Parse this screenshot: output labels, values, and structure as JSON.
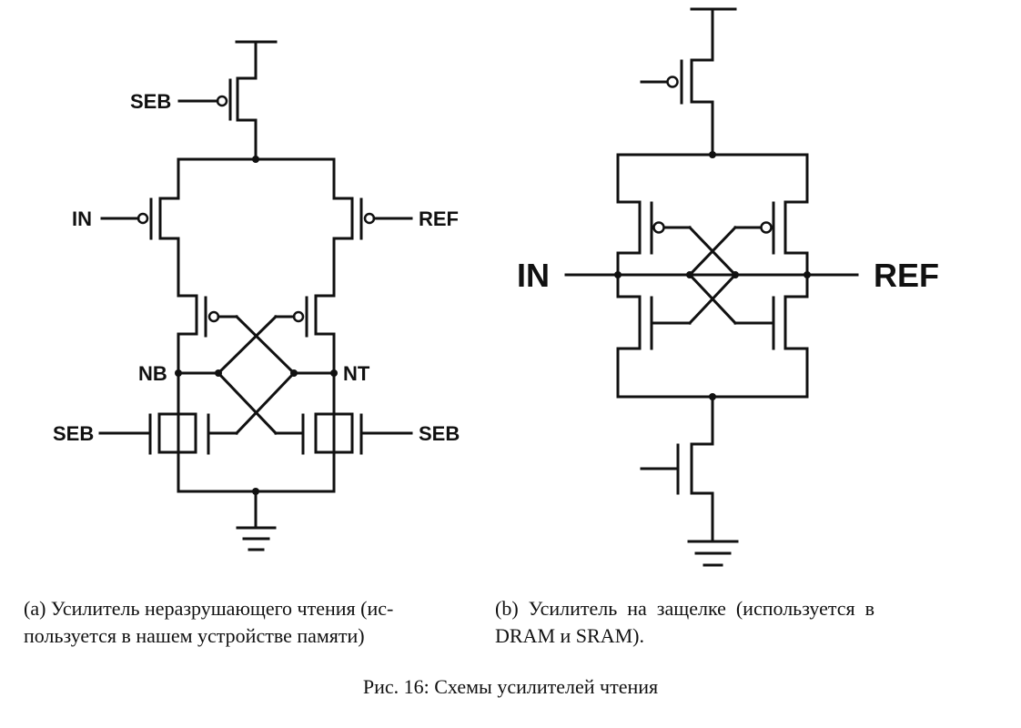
{
  "diagram_a": {
    "labels": {
      "seb_top": "SEB",
      "in": "IN",
      "ref": "REF",
      "nb": "NB",
      "nt": "NT",
      "seb_left": "SEB",
      "seb_right": "SEB"
    }
  },
  "diagram_b": {
    "labels": {
      "in": "IN",
      "ref": "REF"
    }
  },
  "captions": {
    "a_line1": "(a) Усилитель неразрушающего чтения (ис-",
    "a_line2": "пользуется в нашем устройстве памяти)",
    "b_line1": "(b)  Усилитель  на  защелке  (используется  в",
    "b_line2": "DRAM и SRAM).",
    "figure": "Рис. 16: Схемы усилителей чтения"
  }
}
